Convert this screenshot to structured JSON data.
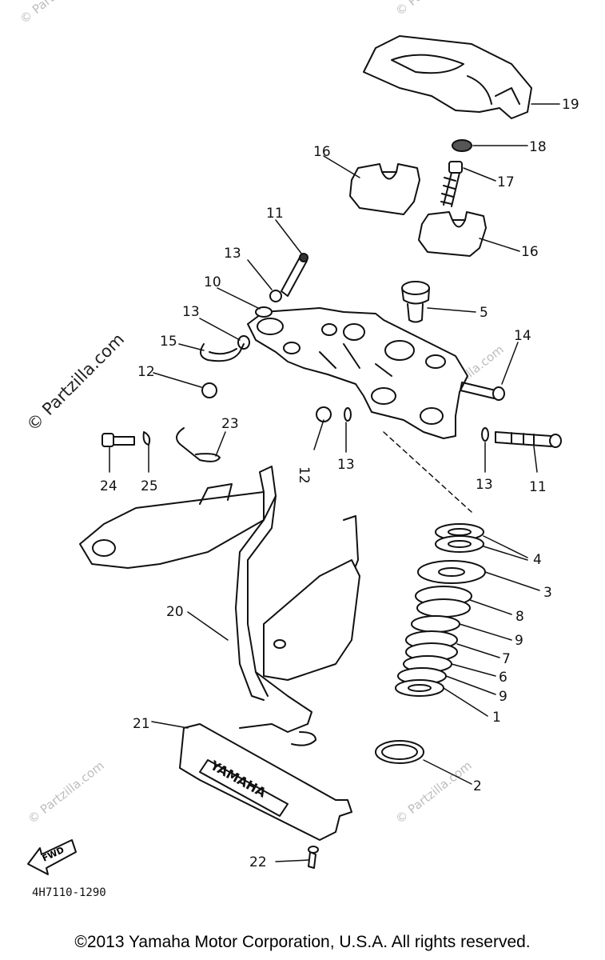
{
  "watermark": "© Partzilla.com",
  "diagram_code": "4H7110-1290",
  "fwd_label": "FWD",
  "nameplate_text": "YAMAHA",
  "copyright": "©2013  Yamaha Motor Corporation, U.S.A. All rights reserved.",
  "callouts": {
    "c1": "1",
    "c2": "2",
    "c3": "3",
    "c4": "4",
    "c5": "5",
    "c6": "6",
    "c7": "7",
    "c8": "8",
    "c9a": "9",
    "c9b": "9",
    "c10": "10",
    "c11a": "11",
    "c11b": "11",
    "c12a": "12",
    "c12b": "12",
    "c13a": "13",
    "c13b": "13",
    "c13c": "13",
    "c13d": "13",
    "c14": "14",
    "c15": "15",
    "c16a": "16",
    "c16b": "16",
    "c17": "17",
    "c18": "18",
    "c19": "19",
    "c20": "20",
    "c21": "21",
    "c22": "22",
    "c23": "23",
    "c24": "24",
    "c25": "25"
  }
}
